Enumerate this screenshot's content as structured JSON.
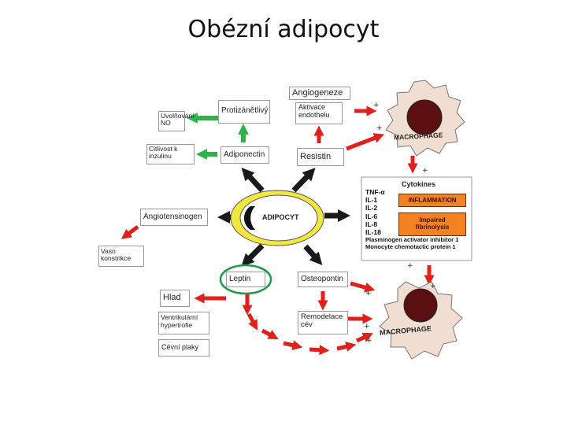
{
  "title": "Obézní adipocyt",
  "center": {
    "label": "ADIPOCYT"
  },
  "nodes": {
    "angiogeneze": "Angiogeneze",
    "aktivace_endothelu": "Aktivace endothelu",
    "protizanetlivy": "Protizánětlivý",
    "uvolnovani_no": "Uvolňování NO",
    "citlivost_k_inzulinu": "Citlivost k inzulinu",
    "adiponectin": "Adiponectin",
    "resistin": "Resistin",
    "angiotensinogen": "Angiotensinogen",
    "vasokonstrikce": "Vaso konstrikce",
    "leptin": "Leptin",
    "osteopontin": "Osteopontin",
    "hlad": "Hlad",
    "ventrikularni_hypertrofie": "Ventrikulární hypertrofie",
    "cevni_plaky": "Cévní plaky",
    "remodelace_cev": "Remodelace cév"
  },
  "macrophage_label": "MACROPHAGE",
  "cytokines": {
    "heading": "Cytokines",
    "items": [
      "TNF-α",
      "IL-1",
      "IL-2",
      "IL-6",
      "IL-8",
      "IL-18",
      "Plasminogen activator inhibitor 1",
      "Monocyte chemotactic protein 1"
    ],
    "inflammation": "INFLAMMATION",
    "fibrinolysis": "Impaired fibrinolysis"
  },
  "plus_sign": "+",
  "colors": {
    "red_arrow": "#e0201c",
    "green_arrow": "#2db34a",
    "black_arrow": "#1a1a1a",
    "ring_yellow": "#f2e640",
    "leptin_circle": "#1f9a4a",
    "macrophage_nucleus": "#5a1010",
    "inflammation_fill": "#f58220"
  }
}
